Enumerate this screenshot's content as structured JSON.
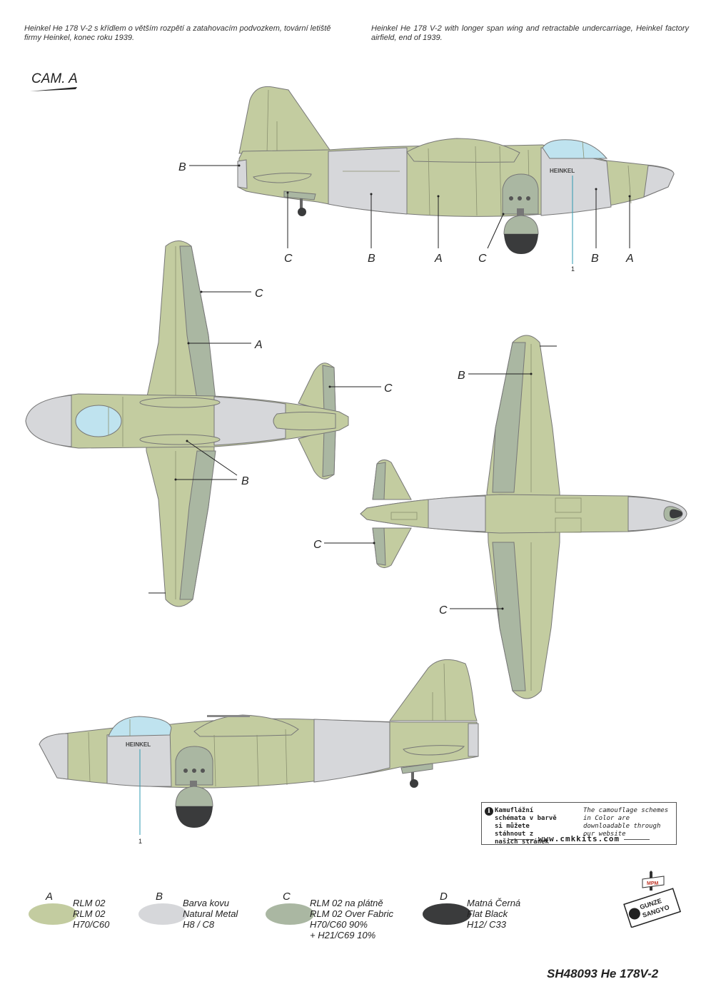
{
  "caption": {
    "cz": "Heinkel He 178 V-2 s křídlem o větším rozpětí a zatahovacím podvozkem, tovární letiště firmy Heinkel, konec roku 1939.",
    "en": "Heinkel He 178 V-2 with longer span wing and retractable undercarriage, Heinkel factory airfield, end of 1939."
  },
  "scheme_label": "CAM. A",
  "fuselage_text": "HEINKEL",
  "stencil_number": "1",
  "callouts": {
    "A": "A",
    "B": "B",
    "C": "C"
  },
  "colors": {
    "rlm02": "#c3cca0",
    "metal": "#d6d7da",
    "fabric": "#aab7a2",
    "black": "#3a3b3c",
    "canopy": "#bfe3ef"
  },
  "notice": {
    "cz": "Kamuflážní schémata v barvě si můžete stáhnout z našich stránek",
    "en": "The camouflage schemes in Color are downloadable through our website",
    "website": "www.cmkkits.com",
    "icon": "info-icon"
  },
  "legend": [
    {
      "letter": "A",
      "lines": [
        "RLM 02",
        "RLM 02",
        "H70/C60"
      ],
      "color": "#c3cca0"
    },
    {
      "letter": "B",
      "lines": [
        "Barva kovu",
        "Natural Metal",
        "H8 / C8"
      ],
      "color": "#d6d7da"
    },
    {
      "letter": "C",
      "lines": [
        "RLM 02 na plátně",
        "RLM 02 Over Fabric",
        "H70/C60 90%",
        "+ H21/C69 10%"
      ],
      "color": "#aab7a2"
    },
    {
      "letter": "D",
      "lines": [
        "Matná Černá",
        "Flat Black",
        "H12/ C33"
      ],
      "color": "#3a3b3c"
    }
  ],
  "brand": {
    "logo_text": "GUNZE SANGYO",
    "flag_text": "MPM"
  },
  "product_code": "SH48093 He 178V-2"
}
